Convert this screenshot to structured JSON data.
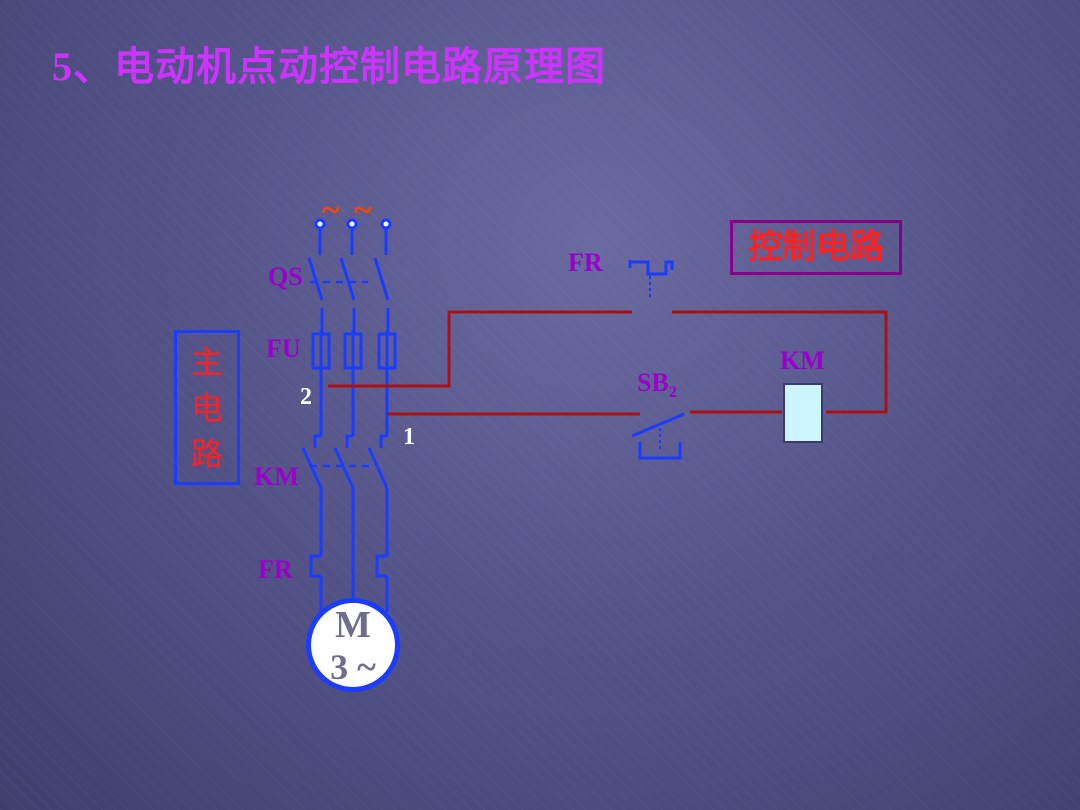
{
  "title": "5、电动机点动控制电路原理图",
  "power_symbol": "~",
  "main_circuit_box": [
    "主",
    "电",
    "路"
  ],
  "control_circuit_box": "控制电路",
  "labels": {
    "qs": "QS",
    "fu": "FU",
    "km_main": "KM",
    "fr_main": "FR",
    "fr_ctrl": "FR",
    "sb": "SB",
    "sb_sub": "2",
    "km_coil": "KM",
    "node_1": "1",
    "node_2": "2"
  },
  "motor": {
    "line1": "M",
    "line2": "3 ~"
  },
  "colors": {
    "title": "#cc33ff",
    "component_label": "#9900cc",
    "main_wire": "#1a3cff",
    "control_wire": "#aa1111",
    "box_text": "#ff2020",
    "coil_fill": "#ccf5ff"
  }
}
